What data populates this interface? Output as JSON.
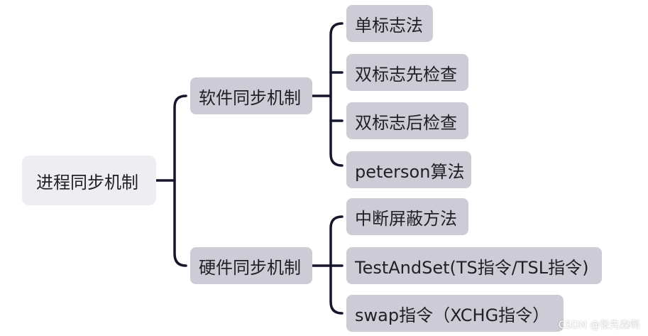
{
  "root": {
    "label": "进程同步机制"
  },
  "branches": [
    {
      "label": "软件同步机制",
      "children": [
        {
          "label": "单标志法"
        },
        {
          "label": "双标志先检查"
        },
        {
          "label": "双标志后检查"
        },
        {
          "label": "peterson算法"
        }
      ]
    },
    {
      "label": "硬件同步机制",
      "children": [
        {
          "label": "中断屏蔽方法"
        },
        {
          "label": "TestAndSet(TS指令/TSL指令)"
        },
        {
          "label": "swap指令（XCHG指令）"
        }
      ]
    }
  ],
  "watermark": "CSDN @张先森啊",
  "colors": {
    "connector": "#15152b",
    "root_fill": "#eeeef2",
    "node_fill": "#cdccd6",
    "text": "#1f1f24"
  }
}
